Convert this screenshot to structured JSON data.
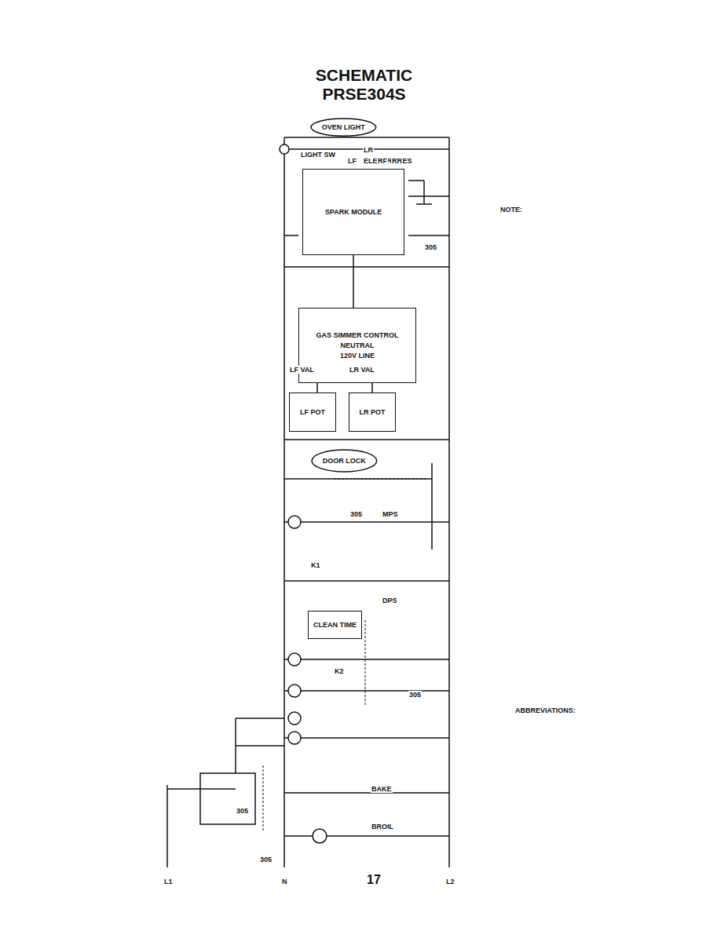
{
  "diagram": {
    "title": "SCHEMATIC PRSE304S",
    "nodes": [
      {
        "text": [
          "LF POT"
        ]
      },
      {
        "text": [
          "LR POT"
        ]
      },
      {
        "text": [
          "GAS SIMMER CONTROL",
          "NEUTRAL",
          "120V LINE"
        ]
      },
      {
        "text": [
          "SPARK MODULE"
        ]
      },
      {
        "text": [
          "DOOR LOCK"
        ]
      },
      {
        "text": [
          "CLEAN TIME"
        ]
      },
      {
        "text": [
          "OVEN LIGHT"
        ]
      }
    ],
    "edges": [
      {
        "from": 0,
        "to": 2,
        "arrow": "none"
      },
      {
        "from": 1,
        "to": 2,
        "arrow": "none"
      },
      {
        "from": 2,
        "to": 3,
        "arrow": "none"
      }
    ],
    "labels": [
      "L1",
      "N",
      "L2",
      "17",
      "NOTE:",
      "ABBREVIATIONS:",
      "ELECTRODES",
      "LF",
      "LR",
      "RF",
      "RR",
      "LIGHT SW",
      "305",
      "305",
      "305",
      "305",
      "305",
      "BAKE",
      "BROIL",
      "K1",
      "K2",
      "MPS",
      "DPS",
      "LF VAL",
      "LR VAL"
    ]
  }
}
